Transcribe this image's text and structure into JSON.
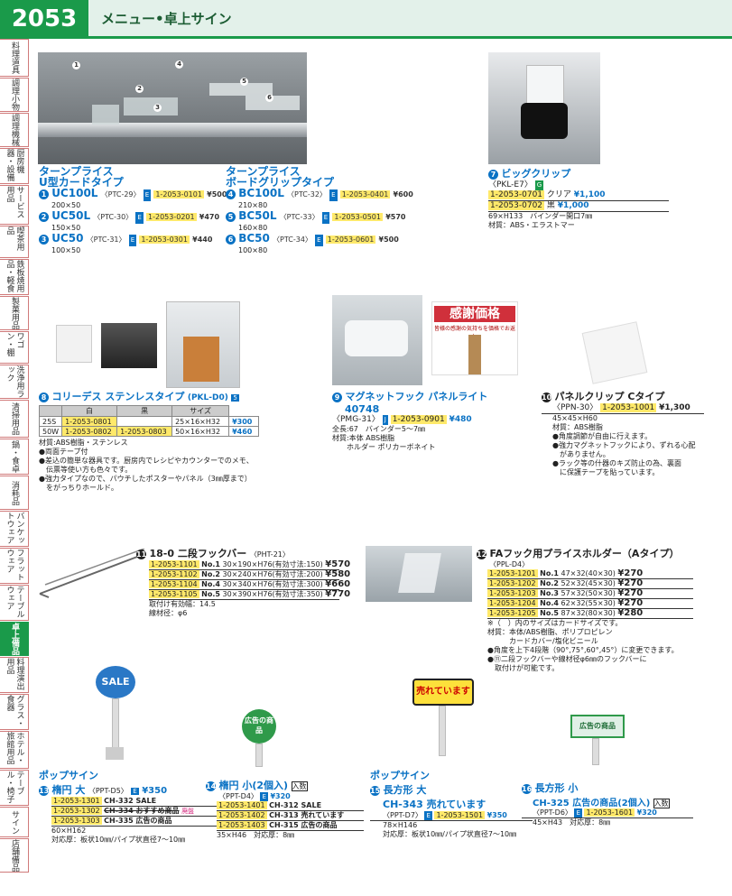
{
  "header": {
    "page_number": "2053",
    "title": "メニュー•卓上サイン"
  },
  "sidebar": [
    "料理道具",
    "調理小物",
    "調理機械",
    "厨房機器・設備",
    "サービス用品",
    "喫茶用品",
    "鉄板焼用品・軽食",
    "製菓用品",
    "ワゴン・棚",
    "洗浄用ラック",
    "清掃用品",
    "鍋・食卓",
    "消耗品",
    "バンケットウェア",
    "フラットウェア",
    "テーブルウェア",
    "卓上備品",
    "料理演出用品",
    "グラス・食器",
    "ホテル・旅館用品",
    "テーブル・椅子",
    "サイン",
    "店舗備品"
  ],
  "active_tab": "卓上備品",
  "photo_labels": [
    "1",
    "2",
    "3",
    "4",
    "5",
    "6"
  ],
  "s1": {
    "title1": "ターンプライス",
    "title2": "U型カードタイプ",
    "items": [
      {
        "num": "1",
        "name": "UC100L",
        "ref": "〈PTC-29〉",
        "code": "1-2053-0101",
        "price": "¥500",
        "size": "200×50"
      },
      {
        "num": "2",
        "name": "UC50L",
        "ref": "〈PTC-30〉",
        "code": "1-2053-0201",
        "price": "¥470",
        "size": "150×50"
      },
      {
        "num": "3",
        "name": "UC50",
        "ref": "〈PTC-31〉",
        "code": "1-2053-0301",
        "price": "¥440",
        "size": "100×50"
      }
    ]
  },
  "s2": {
    "title1": "ターンプライス",
    "title2": "ボードグリップタイプ",
    "items": [
      {
        "num": "4",
        "name": "BC100L",
        "ref": "〈PTC-32〉",
        "code": "1-2053-0401",
        "price": "¥600",
        "size": "210×80"
      },
      {
        "num": "5",
        "name": "BC50L",
        "ref": "〈PTC-33〉",
        "code": "1-2053-0501",
        "price": "¥570",
        "size": "160×80"
      },
      {
        "num": "6",
        "name": "BC50",
        "ref": "〈PTC-34〉",
        "code": "1-2053-0601",
        "price": "¥500",
        "size": "100×80"
      }
    ]
  },
  "s7": {
    "num": "7",
    "title": "ビッグクリップ",
    "ref": "〈PKL-E7〉",
    "badge": "G",
    "rows": [
      {
        "code": "1-2053-0701",
        "color": "クリア",
        "price": "¥1,100"
      },
      {
        "code": "1-2053-0702",
        "color": "黒",
        "price": "¥1,000"
      }
    ],
    "size": "69×H133　バインダー開口7㎜",
    "material": "材質：ABS・エラストマー"
  },
  "s8": {
    "num": "8",
    "title": "コリーデス ステンレスタイプ",
    "ref": "(PKL-D0)",
    "badge": "5",
    "head": [
      "",
      "白",
      "黒",
      "サイズ"
    ],
    "rows": [
      [
        "25S",
        "1-2053-0801",
        "",
        "25×16×H32",
        "¥300"
      ],
      [
        "50W",
        "1-2053-0802",
        "1-2053-0803",
        "50×16×H32",
        "¥460"
      ]
    ],
    "notes": [
      "材質:ABS樹脂・ステンレス",
      "●両面テープ付",
      "●差込の簡単な器具です。厨房内でレシピやカウンターでのメモ、",
      "　伝票等使い方も色々です。",
      "●強力タイプなので、パウチしたポスターやパネル（3㎜厚まで）",
      "　をがっちりホールド。"
    ]
  },
  "s9": {
    "num": "9",
    "title": "マグネットフック パネルライト",
    "model": "40748",
    "ref": "〈PMG-31〉",
    "badge": "J",
    "code": "1-2053-0901",
    "price": "¥480",
    "notes": [
      "全長:67　バインダー5〜7㎜",
      "材質:本体 ABS樹脂",
      "　　ホルダー ポリカーボネイト"
    ],
    "sign": "感謝価格",
    "sign_sub": "皆様の感謝の気持ちを価格でお返し"
  },
  "s10": {
    "num": "10",
    "title": "パネルクリップ Cタイプ",
    "ref": "〈PPN-30〉",
    "code": "1-2053-1001",
    "price": "¥1,300",
    "notes": [
      "45×45×H60",
      "材質：ABS樹脂",
      "●角度調節が自由に行えます。",
      "●強力マグネットフックにより、ずれる心配",
      "　がありません。",
      "●ラック等の什器のキズ防止の為、裏面",
      "　に保護テープを貼っています。"
    ]
  },
  "s11": {
    "num": "11",
    "title": "18-0 二段フックバー",
    "ref": "〈PHT-21〉",
    "rows": [
      {
        "code": "1-2053-1101",
        "no": "No.1",
        "size": "30×190×H76(有効寸法:150)",
        "price": "¥570"
      },
      {
        "code": "1-2053-1102",
        "no": "No.2",
        "size": "30×240×H76(有効寸法:200)",
        "price": "¥580"
      },
      {
        "code": "1-2053-1104",
        "no": "No.4",
        "size": "30×340×H76(有効寸法:300)",
        "price": "¥660"
      },
      {
        "code": "1-2053-1105",
        "no": "No.5",
        "size": "30×390×H76(有効寸法:350)",
        "price": "¥770"
      }
    ],
    "notes": [
      "取付け有効幅：14.5",
      "線材径：φ6"
    ]
  },
  "s12": {
    "num": "12",
    "title": "FAフック用プライスホルダー（Aタイプ）",
    "ref": "〈PPL-D4〉",
    "rows": [
      {
        "code": "1-2053-1201",
        "no": "No.1",
        "size": "47×32(40×30)",
        "price": "¥270"
      },
      {
        "code": "1-2053-1202",
        "no": "No.2",
        "size": "52×32(45×30)",
        "price": "¥270"
      },
      {
        "code": "1-2053-1203",
        "no": "No.3",
        "size": "57×32(50×30)",
        "price": "¥270"
      },
      {
        "code": "1-2053-1204",
        "no": "No.4",
        "size": "62×32(55×30)",
        "price": "¥270"
      },
      {
        "code": "1-2053-1205",
        "no": "No.5",
        "size": "87×32(80×30)",
        "price": "¥280"
      }
    ],
    "notes": [
      "※（　）内のサイズはカードサイズです。",
      "材質：本体/ABS樹脂、ポリプロピレン",
      "　　　カードカバー/塩化ビニール",
      "●角度を上下4段階（90°,75°,60°,45°）に変更できます。",
      "●⑪二段フックバーや線材径φ6㎜のフックバーに",
      "　取付けが可能です。"
    ]
  },
  "s13": {
    "header": "ポップサイン",
    "num": "13",
    "title": "楕円 大",
    "ref": "〈PPT-D5〉",
    "badge": "E",
    "price": "¥350",
    "sign": "SALE",
    "rows": [
      {
        "code": "1-2053-1301",
        "text": "CH-332 SALE"
      },
      {
        "code": "1-2053-1302",
        "text": "CH-334 おすすめ商品",
        "tag": "廃盤"
      },
      {
        "code": "1-2053-1303",
        "text": "CH-335 広告の商品"
      }
    ],
    "notes": [
      "60×H162",
      "対応厚：板状10㎜/パイプ状直径7〜10㎜"
    ]
  },
  "s14": {
    "num": "14",
    "title": "楕円 小(2個入)",
    "boxtag": "入数",
    "ref": "〈PPT-D4〉",
    "badge": "E",
    "price": "¥320",
    "sign": "広告の商品",
    "rows": [
      {
        "code": "1-2053-1401",
        "text": "CH-312 SALE"
      },
      {
        "code": "1-2053-1402",
        "text": "CH-313 売れています"
      },
      {
        "code": "1-2053-1403",
        "text": "CH-315 広告の商品"
      }
    ],
    "notes": [
      "35×H46　対応厚：8㎜"
    ]
  },
  "s15": {
    "header": "ポップサイン",
    "num": "15",
    "title": "長方形 大",
    "model": "CH-343 売れています",
    "ref": "〈PPT-D7〉",
    "badge": "E",
    "code": "1-2053-1501",
    "price": "¥350",
    "sign": "売れています",
    "notes": [
      "78×H146",
      "対応厚：板状10㎜/パイプ状直径7〜10㎜"
    ]
  },
  "s16": {
    "num": "16",
    "title": "長方形 小",
    "model": "CH-325 広告の商品(2個入)",
    "boxtag": "入数",
    "ref": "〈PPT-D6〉",
    "badge": "E",
    "code": "1-2053-1601",
    "price": "¥320",
    "sign": "広告の商品",
    "notes": [
      "45×H43　対応厚：8㎜"
    ]
  }
}
